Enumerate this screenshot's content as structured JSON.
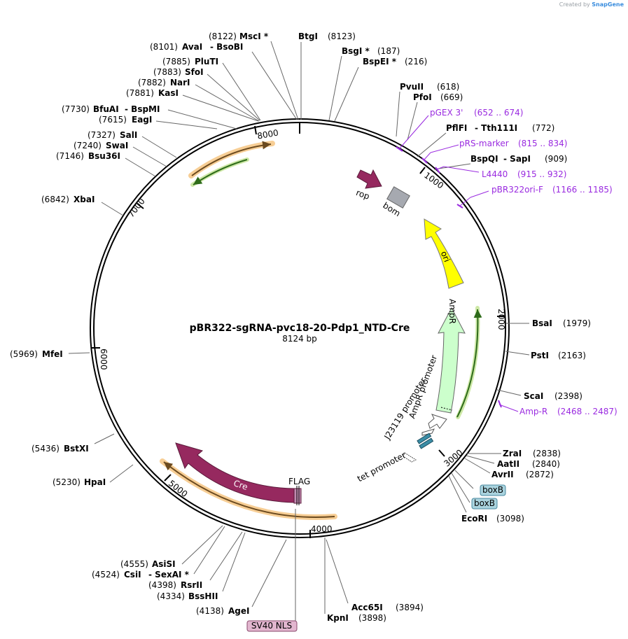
{
  "credit": {
    "prefix": "Created by",
    "brand": "SnapGene"
  },
  "plasmid": {
    "name": "pBR322-sgRNA-pvc18-20-Pdp1_NTD-Cre",
    "length": "8124 bp"
  },
  "ticks": [
    "1000",
    "2000",
    "3000",
    "4000",
    "5000",
    "6000",
    "7000",
    "8000"
  ],
  "sites": [
    {
      "name": "MscI *",
      "pos": "(8122)"
    },
    {
      "name": "BtgI",
      "pos": "(8123)"
    },
    {
      "name": "AvaI",
      "name2": "BsoBI",
      "pos": "(8101)"
    },
    {
      "name": "BsgI *",
      "pos": "(187)"
    },
    {
      "name": "BspEI *",
      "pos": "(216)"
    },
    {
      "name": "PluTI",
      "pos": "(7885)"
    },
    {
      "name": "SfoI",
      "pos": "(7883)"
    },
    {
      "name": "NarI",
      "pos": "(7882)"
    },
    {
      "name": "KasI",
      "pos": "(7881)"
    },
    {
      "name": "PvuII",
      "pos": "(618)"
    },
    {
      "name": "PfoI",
      "pos": "(669)"
    },
    {
      "name": "BfuAI",
      "name2": "BspMI",
      "pos": "(7730)"
    },
    {
      "name": "EagI",
      "pos": "(7615)"
    },
    {
      "name": "PflFI",
      "name2": "Tth111I",
      "pos": "(772)"
    },
    {
      "name": "SalI",
      "pos": "(7327)"
    },
    {
      "name": "SwaI",
      "pos": "(7240)"
    },
    {
      "name": "Bsu36I",
      "pos": "(7146)"
    },
    {
      "name": "BspQI",
      "name2": "SapI",
      "pos": "(909)"
    },
    {
      "name": "XbaI",
      "pos": "(6842)"
    },
    {
      "name": "BsaI",
      "pos": "(1979)"
    },
    {
      "name": "PstI",
      "pos": "(2163)"
    },
    {
      "name": "MfeI",
      "pos": "(5969)"
    },
    {
      "name": "ScaI",
      "pos": "(2398)"
    },
    {
      "name": "BstXI",
      "pos": "(5436)"
    },
    {
      "name": "ZraI",
      "pos": "(2838)"
    },
    {
      "name": "AatII",
      "pos": "(2840)"
    },
    {
      "name": "AvrII",
      "pos": "(2872)"
    },
    {
      "name": "HpaI",
      "pos": "(5230)"
    },
    {
      "name": "EcoRI",
      "pos": "(3098)"
    },
    {
      "name": "AsiSI",
      "pos": "(4555)"
    },
    {
      "name": "CsiI",
      "name2": "SexAI *",
      "pos": "(4524)"
    },
    {
      "name": "RsrII",
      "pos": "(4398)"
    },
    {
      "name": "BssHII",
      "pos": "(4334)"
    },
    {
      "name": "AgeI",
      "pos": "(4138)"
    },
    {
      "name": "Acc65I",
      "pos": "(3894)"
    },
    {
      "name": "KpnI",
      "pos": "(3898)"
    }
  ],
  "primers": [
    {
      "name": "pGEX 3'",
      "range": "(652 .. 674)"
    },
    {
      "name": "pRS-marker",
      "range": "(815 .. 834)"
    },
    {
      "name": "L4440",
      "range": "(915 .. 932)"
    },
    {
      "name": "pBR322ori-F",
      "range": "(1166 .. 1185)"
    },
    {
      "name": "Amp-R",
      "range": "(2468 .. 2487)"
    }
  ],
  "features": {
    "rop": "rop",
    "bom": "bom",
    "ori": "ori",
    "ampr": "AmpR",
    "ampr_promoter": "AmpR promoter",
    "j23119": "J23119 promoter",
    "tet_promoter": "tet promoter",
    "cre": "Cre",
    "flag": "FLAG",
    "boxb1": "boxB",
    "boxb2": "boxB",
    "sv40": "SV40 NLS"
  },
  "colors": {
    "cre": "#96295f",
    "rop": "#96295f",
    "ori": "#ffff00",
    "ampr": "#ccffcc",
    "bom": "#a6a9b0",
    "orf_halo": "#f5c27a",
    "primer": "#9a2be0",
    "boxb": "#a9d3de",
    "sv40": "#e2b6cf",
    "j23119": "#3b8da6"
  }
}
